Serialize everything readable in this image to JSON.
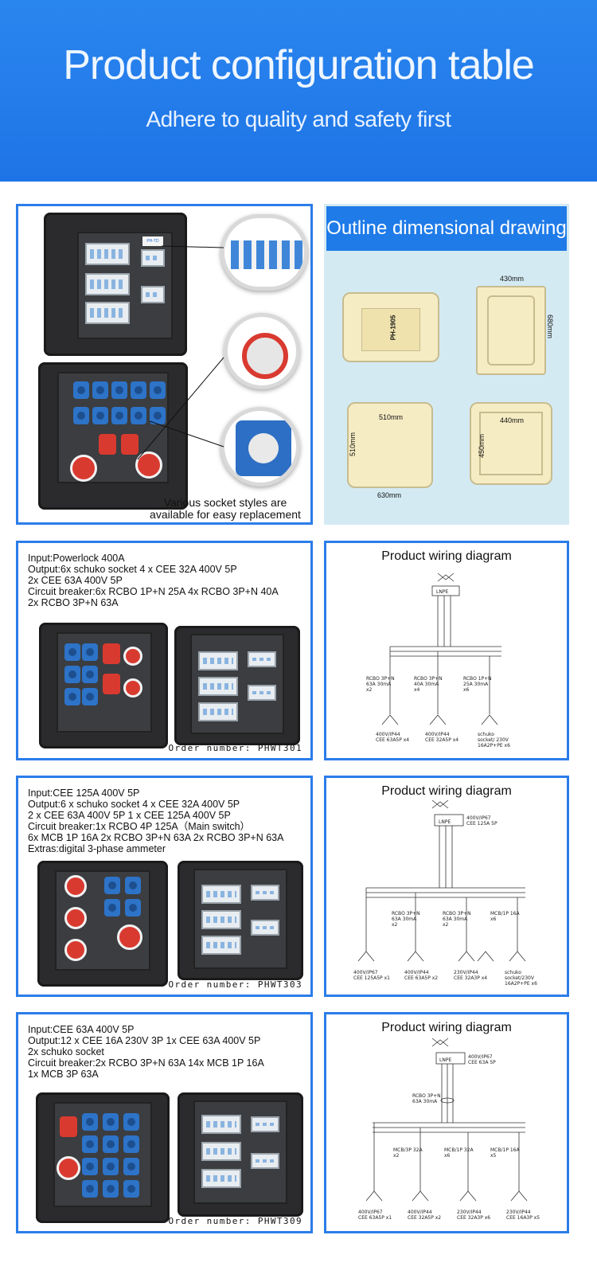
{
  "header": {
    "title": "Product configuration table",
    "subtitle": "Adhere to quality and safety first"
  },
  "showcase": {
    "caption_line1": "Various socket styles are",
    "caption_line2": "available for easy replacement",
    "brand_tag": "PH-TD"
  },
  "outline": {
    "title": "Outline dimensional drawing",
    "model_label": "PH-1905",
    "dim_430": "430mm",
    "dim_680": "680mm",
    "dim_510_top": "510mm",
    "dim_510_side": "510mm",
    "dim_630": "630mm",
    "dim_440": "440mm",
    "dim_450": "450mm"
  },
  "products": [
    {
      "spec_lines": [
        "Input:Powerlock 400A",
        "Output:6x schuko socket   4 x CEE 32A 400V 5P",
        "2x CEE 63A 400V 5P",
        "Circuit breaker:6x RCBO  1P+N 25A   4x RCBO 3P+N 40A",
        "2x RCBO 3P+N 63A"
      ],
      "order": "Order number: PHWT301",
      "wiring": {
        "title": "Product wiring diagram",
        "main_label": "LNPE",
        "breakers": [
          "RCBO 3P+N\n63A 30mA\nx2",
          "RCBO 3P+N\n40A 30mA\nx4",
          "RCBO 1P+N\n25A 30mA\nx6"
        ],
        "outputs": [
          "400V/IP44\nCEE 63A5P x4",
          "400V/IP44\nCEE 32A5P x4",
          "schuko\nsocket/ 230V\n16A2P+PE x6"
        ]
      }
    },
    {
      "spec_lines": [
        "Input:CEE 125A 400V 5P",
        "Output:6 x schuko socket   4 x CEE 32A 400V 5P",
        "2 x CEE 63A 400V 5P   1 x CEE 125A 400V 5P",
        "Circuit breaker:1x RCBO  4P 125A（Main switch）",
        "6x MCB 1P 16A   2x RCBO 3P+N 63A   2x RCBO 3P+N 63A",
        "Extras:digital 3-phase ammeter"
      ],
      "order": "Order number: PHWT303",
      "wiring": {
        "title": "Product wiring diagram",
        "main_label": "LNPE",
        "main_rating": "400V/IP67\nCEE 125A 5P",
        "breakers": [
          "RCBO 3P+N\n63A 30mA\nx2",
          "RCBO 3P+N\n63A 30mA\nx2",
          "MCB/1P 16A\nx6"
        ],
        "outputs": [
          "400V/IP67\nCEE 125A5P x1",
          "400V/IP44\nCEE 63A5P x2",
          "230V/IP44\nCEE 32A3P x4",
          "schuko\nsocket/230V\n16A2P+PE x6"
        ]
      }
    },
    {
      "spec_lines": [
        "Input:CEE 63A 400V 5P",
        "Output:12 x CEE 16A 230V 3P   1x CEE 63A 400V 5P",
        "2x schuko socket",
        "Circuit breaker:2x RCBO  3P+N 63A   14x MCB 1P 16A",
        "1x MCB 3P 63A"
      ],
      "order": "Order number: PHWT309",
      "wiring": {
        "title": "Product wiring diagram",
        "main_label": "LNPE",
        "main_rating": "400V/IP67\nCEE 63A 5P",
        "top_breaker": "RCBO 3P+N\n63A 30mA",
        "breakers": [
          "MCB/3P 32A\nx2",
          "MCB/1P 32A\nx6",
          "MCB/1P 16A\nx5"
        ],
        "outputs": [
          "400V/IP67\nCEE 63A5P x1",
          "400V/IP44\nCEE 32A5P x2",
          "230V/IP44\nCEE 32A3P x6",
          "230V/IP44\nCEE 16A3P x5"
        ]
      }
    }
  ]
}
